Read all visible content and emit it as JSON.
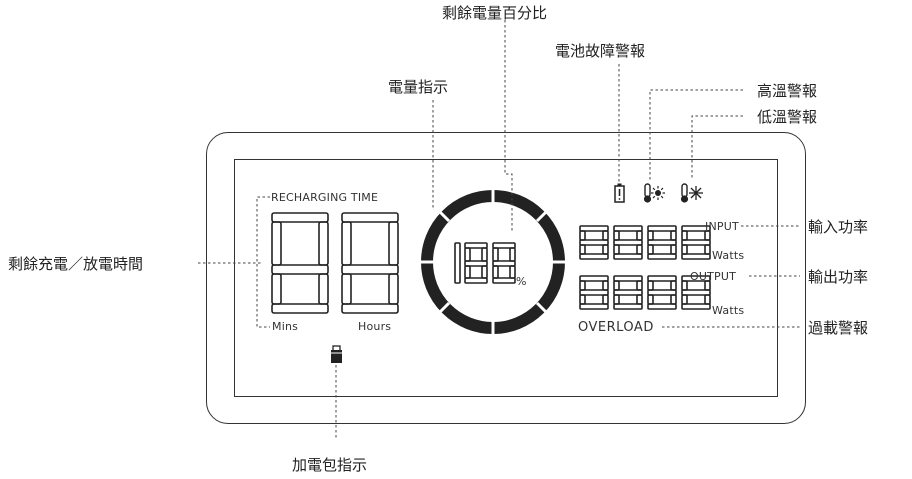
{
  "labels": {
    "remaining_percent": "剩餘電量百分比",
    "battery_fault": "電池故障警報",
    "battery_level": "電量指示",
    "high_temp": "高溫警報",
    "low_temp": "低溫警報",
    "remaining_time": "剩餘充電／放電時間",
    "input_power": "輸入功率",
    "output_power": "輸出功率",
    "overload_alarm": "過載警報",
    "expansion_battery": "加電包指示"
  },
  "lcd": {
    "recharging_time": "RECHARGING TIME",
    "mins": "Mins",
    "hours": "Hours",
    "percent": "%",
    "input": "INPUT",
    "output": "OUTPUT",
    "watts_input": "Watts",
    "watts_output": "Watts",
    "overload": "OVERLOAD"
  },
  "icons": {
    "battery_fault": "battery-exclamation-icon",
    "high_temp": "thermometer-sun-icon",
    "low_temp": "thermometer-snowflake-icon",
    "expansion_battery": "battery-pack-icon"
  }
}
